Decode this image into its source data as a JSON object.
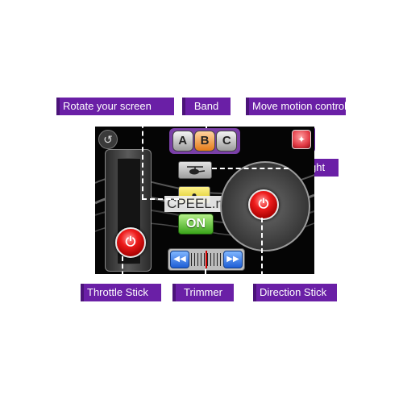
{
  "callouts": {
    "rotate": "Rotate your screen",
    "band": "Band",
    "motion": "Move motion control",
    "light": "Light",
    "throttle": "Throttle Stick",
    "trimmer": "Trimmer",
    "direction": "Direction Stick"
  },
  "screen": {
    "rotate_icon": "rotate-icon",
    "band_buttons": [
      "A",
      "B",
      "C"
    ],
    "active_band": "B",
    "light_icon": "helicopter-icon",
    "on_label": "ON",
    "watermark": "CPEEL.net",
    "throttle_knob_icon": "power-icon",
    "direction_knob_icon": "power-icon",
    "motion_icon": "motion-icon",
    "trimmer_left_icon": "rewind-icon",
    "trimmer_right_icon": "fast-forward-icon"
  },
  "colors": {
    "callout": "#6a1fa6",
    "stick_knob": "#ee1c1c",
    "on_button": "#3aa41a",
    "trimmer_arrow": "#1f5fd6",
    "band_active": "#e57c1a"
  }
}
